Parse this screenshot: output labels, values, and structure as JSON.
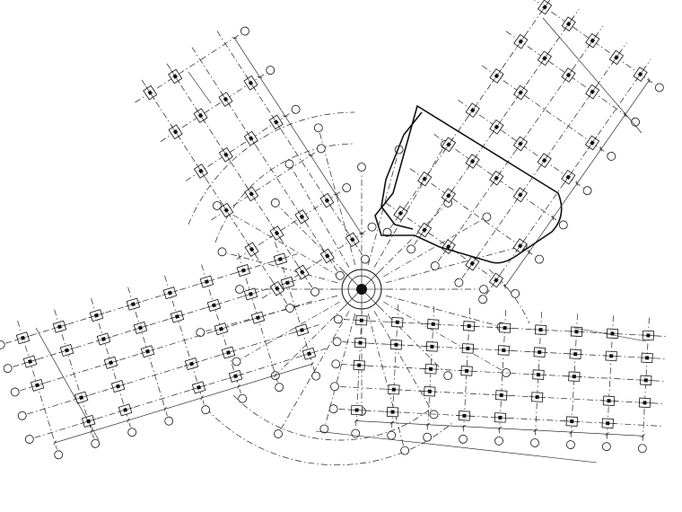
{
  "drawing": {
    "colors": {
      "ink": "#111111",
      "paper": "#ffffff"
    },
    "wings": [
      {
        "id": "west"
      },
      {
        "id": "east"
      },
      {
        "id": "northwest"
      },
      {
        "id": "northeast"
      }
    ]
  }
}
